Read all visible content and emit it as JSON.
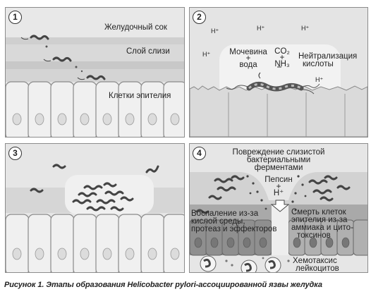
{
  "panels": [
    {
      "number": "1",
      "labels": {
        "gastric_juice": "Желудочный сок",
        "mucus_layer": "Слой слизи",
        "epithelial_cells": "Клетки эпителия"
      }
    },
    {
      "number": "2",
      "labels": {
        "h_plus": "H⁺",
        "urea": "Мочевина",
        "plus1": "+",
        "water": "вода",
        "co2": "CO₂",
        "plus2": "+",
        "nh3": "NH₃",
        "neutralization_line1": "Нейтрализация",
        "neutralization_line2": "кислоты"
      }
    },
    {
      "number": "3",
      "labels": {}
    },
    {
      "number": "4",
      "labels": {
        "damage_line1": "Повреждение слизистой",
        "damage_line2": "бактериальными",
        "damage_line3": "ферментами",
        "pepsin": "Пепсин",
        "plus": "+",
        "h_plus": "H⁺",
        "inflammation_line1": "Воспаление из-за",
        "inflammation_line2": "кислой среды,",
        "inflammation_line3": "протеаз и эффекторов",
        "cell_death_line1": "Смерть клеток",
        "cell_death_line2": "эпителия из-за",
        "cell_death_line3": "аммиака и цито-",
        "cell_death_line4": "токсинов",
        "chemotaxis_line1": "Хемотаксис",
        "chemotaxis_line2": "лейкоцитов"
      }
    }
  ],
  "caption": "Рисунок 1. Этапы образования Helicobacter pylori-ассоциированной язвы желудка"
}
